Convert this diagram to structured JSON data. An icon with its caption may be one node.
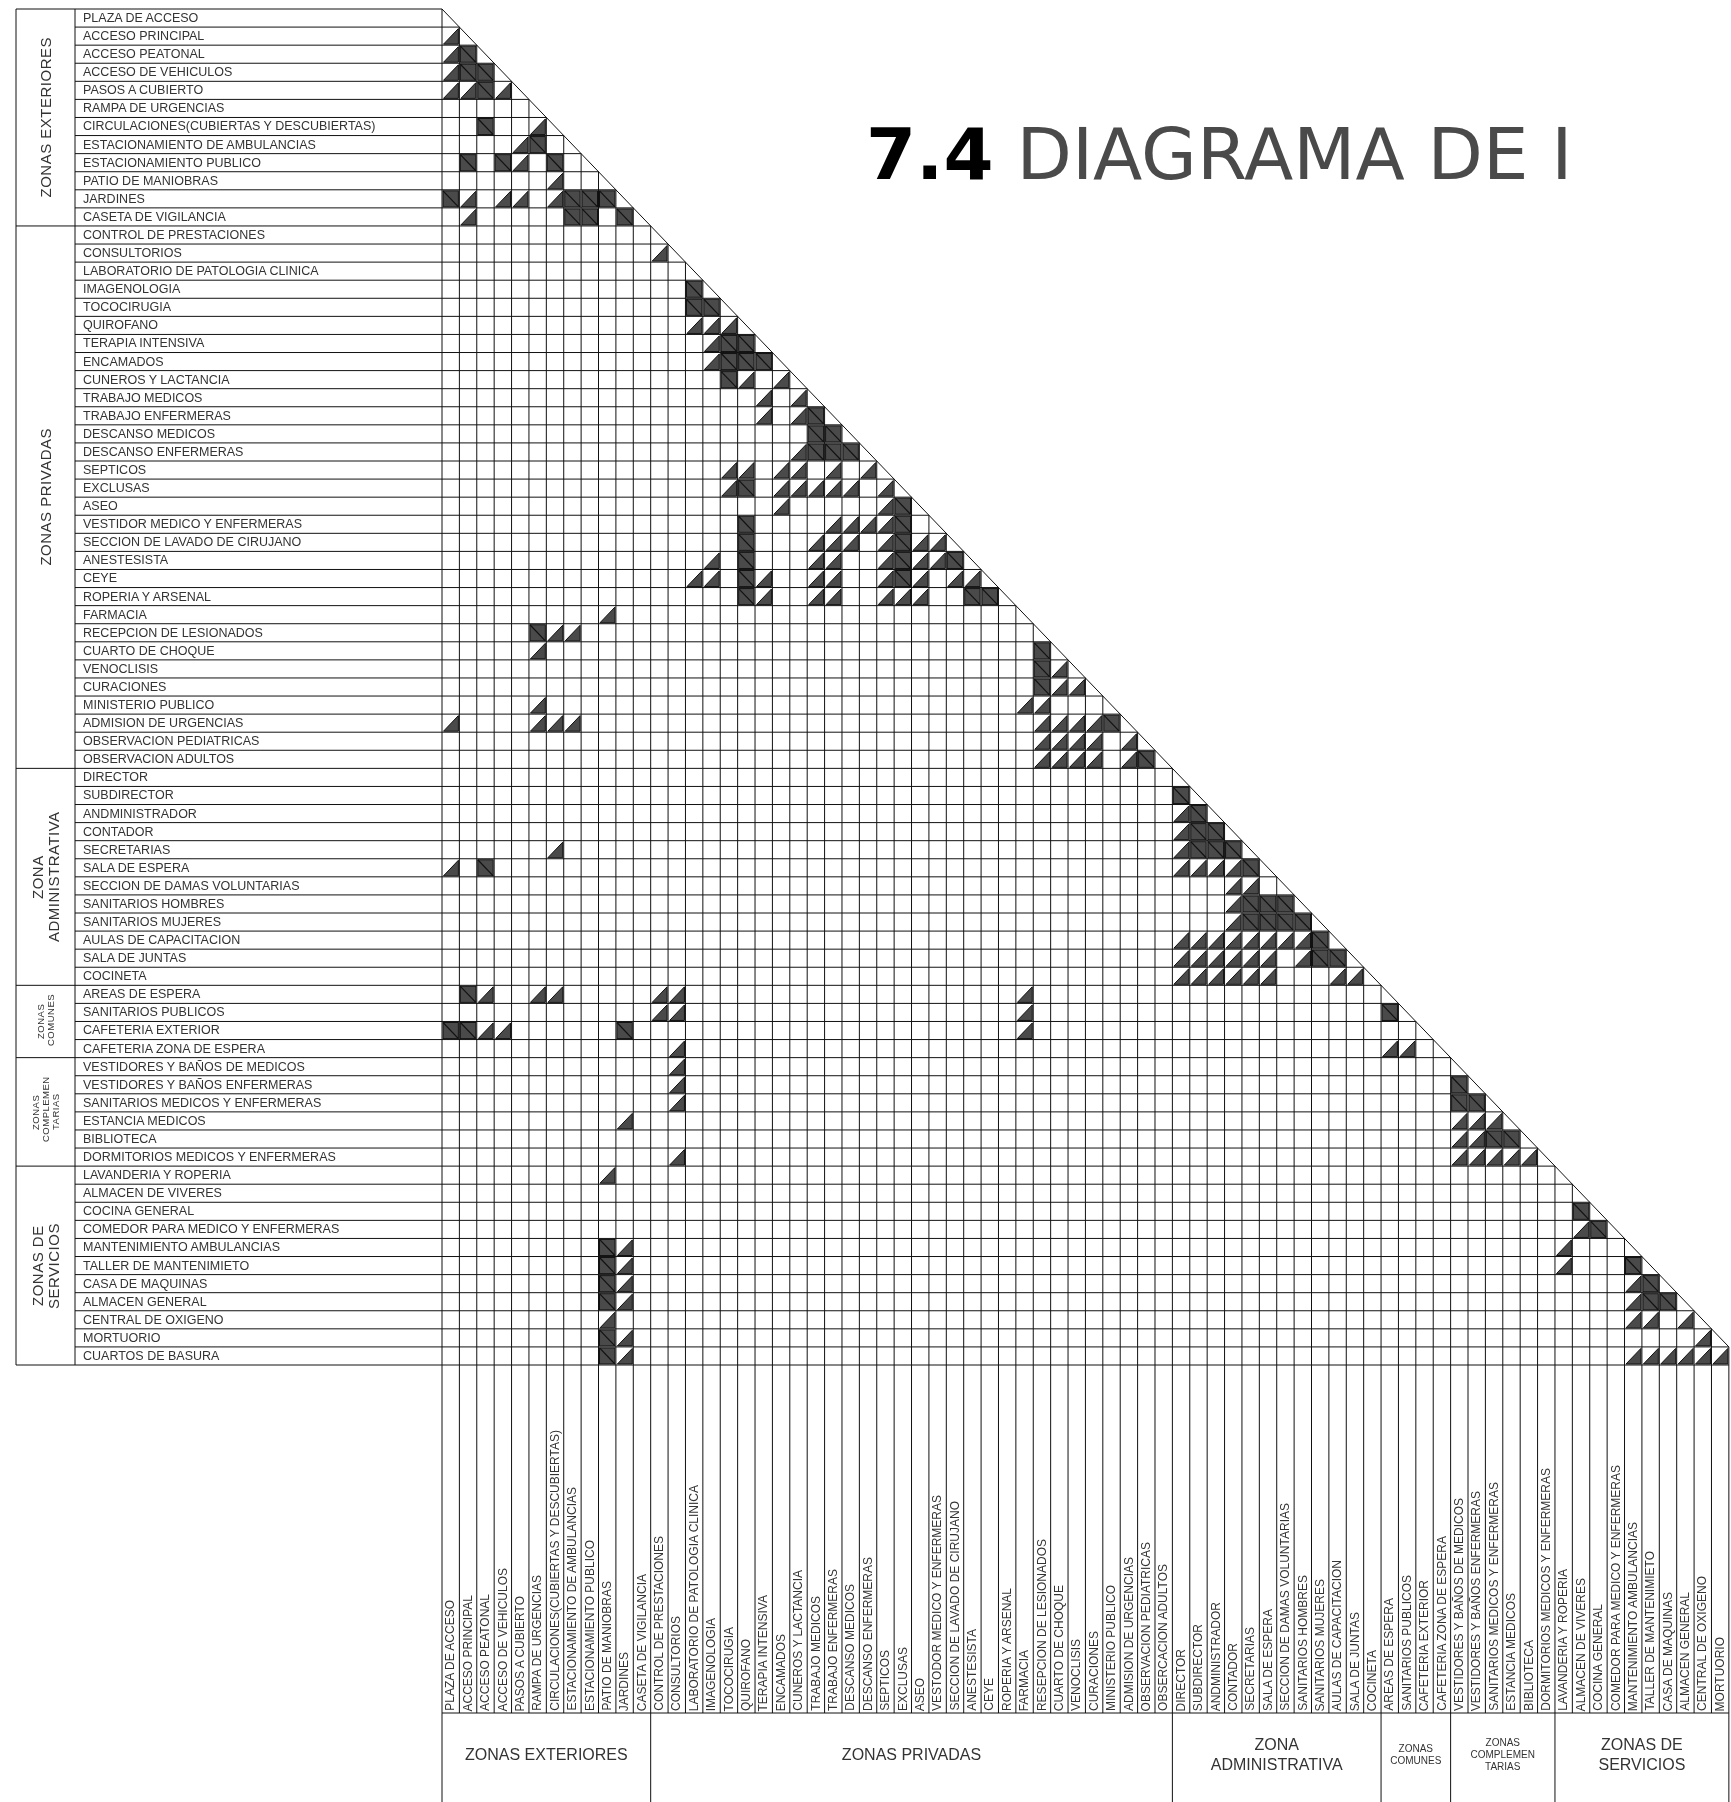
{
  "diagram": {
    "title": "**7.4** DIAGRAMA DE I",
    "labels": [
      "ZONAS EXTERIORES",
      "PLAZA DE ACCESO",
      "ACCESO PRINCIPAL",
      "ACCESO PEATONAL",
      "ACCESO DE VEHICULOS",
      "PASOS A CUBIERTO",
      "RAMPA DE URGENCIAS",
      "CIRCULACIONES(CUBIERTAS Y DESCUBIERTAS)",
      "ESTACIONAMIENTO DE AMBULANCIAS",
      "ESTACIONAMIENTO PUBLICO",
      "PATIO DE MANIOBRAS",
      "JARDINES",
      "CASETA DE VIGILANCIA",
      "ZONAS PRIVADAS",
      "CONTROL DE PRESTACIONES",
      "CONSULTORIOS",
      "LABORATORIO DE PATOLOGIA CLINICA",
      "IMAGENOLOGIA",
      "TOCOCIRUGIA",
      "QUIROFANO",
      "TERAPIA INTENSIVA",
      "ENCAMADOS",
      "CUNEROS Y LACTANCIA",
      "TRABAJO MEDICOS",
      "TRABAJO ENFERMERAS",
      "DESCANSO MEDICOS",
      "DESCANSO ENFERMERAS",
      "SEPTICOS",
      "EXCLUSAS",
      "ASEO",
      "VESTIDOR MEDICO Y ENFERMERAS",
      "SECCION DE LAVADO DE CIRUJANO",
      "ANESTESISTA",
      "CEYE",
      "ROPERIA Y ARSENAL",
      "FARMACIA",
      "RECEPCION DE LESIONADOS",
      "CUARTO DE CHOQUE",
      "VENOCLISIS",
      "CURACIONES",
      "MINISTERIO PUBLICO",
      "ADMISION DE URGENCIAS",
      "OBSERVACION PEDIATRICAS",
      "OBSERVACION ADULTOS",
      "ZONA ADMINISTRATIVA",
      "DIRECTOR",
      "SUBDIRECTOR",
      "ANDMINISTRADOR",
      "CONTADOR",
      "SECRETARIAS",
      "SALA DE ESPERA",
      "SECCION DE DAMAS VOLUNTARIAS",
      "SANITARIOS HOMBRES",
      "SANITARIOS MUJERES",
      "AULAS DE CAPACITACION",
      "SALA DE JUNTAS",
      "COCINETA",
      "ZONAS COMUNES",
      "AREAS DE ESPERA",
      "SANITARIOS PUBLICOS",
      "CAFETERIA EXTERIOR",
      "CAFETERIA ZONA DE ESPERA",
      "ZONAS COMPLEMEN TARIAS",
      "VESTIDORES Y BAÑOS DE MEDICOS",
      "VESTIDORES Y BAÑOS ENFERMERAS",
      "SANITARIOS MEDICOS Y ENFERMERAS",
      "ESTANCIA MEDICOS",
      "BIBLIOTECA",
      "DORMITORIOS MEDICOS Y ENFERMERAS",
      "ZONAS DE SERVICIOS",
      "LAVANDERIA Y ROPERIA",
      "ALMACEN DE VIVERES",
      "COCINA GENERAL",
      "COMEDOR PARA MEDICO Y ENFERMERAS",
      "MANTENIMIENTO AMBULANCIAS",
      "TALLER DE MANTENIMIETO",
      "CASA DE MAQUINAS",
      "ALMACEN GENERAL",
      "CENTRAL DE OXIGENO",
      "MORTUORIO",
      "CUARTOS DE BASURA",
      "PLAZA DE ACCESO",
      "ACCESO PRINCIPAL",
      "ACCESO PEATONAL",
      "ACCESO DE VEHICULOS",
      "PASOS A CUBIERTO",
      "RAMPA DE URGENCIAS",
      "CIRCULACIONES(CUBIERTAS Y DESCUBIERTAS)",
      "ESTACIONAMIENTO DE AMBULANCIAS",
      "ESTACIONAMIENTO PUBLICO",
      "PATIO DE MANIOBRAS",
      "JARDINES",
      "CASETA DE VIGILANCIA",
      "CONTROL DE PRESTACIONES",
      "CONSULTORIOS",
      "LABORATORIO DE PATOLOGIA CLINICA",
      "IMAGENOLOGIA",
      "TOCOCIRUGIA",
      "QUIROFANO",
      "TERAPIA INTENSIVA",
      "ENCAMADOS",
      "CUNEROS Y LACTANCIA",
      "TRABAJO MEDICOS",
      "TRABAJO ENFERMERAS",
      "DESCANSO MEDICOS",
      "DESCANSO ENFERMERAS",
      "SEPTICOS",
      "EXCLUSAS",
      "ASEO",
      "VESTODOR MEDICO Y ENFERMERAS",
      "SECCION DE LAVADO DE CIRUJANO",
      "ANESTESISTA",
      "CEYE",
      "ROPERIA Y ARSENAL",
      "FARMACIA",
      "RESEPCION DE LESIONADOS",
      "CUARTO DE CHOQUE",
      "VENOCLISIS",
      "CURACIONES",
      "MINISTERIO PUBLICO",
      "ADMISION DE URGENCIAS",
      "OBSERVACION PEDIATRICAS",
      "OBSERCACION ADULTOS",
      "DIRECTOR",
      "SUBDIRECTOR",
      "ANDMINISTRADOR",
      "CONTADOR",
      "SECRETARIAS",
      "SALA DE ESPERA",
      "SECCION DE DAMAS VOLUNTARIAS",
      "SANITARIOS HOMBRES",
      "SANITARIOS MUJERES",
      "AULAS DE CAPACITACION",
      "SALA DE JUNTAS",
      "COCINETA",
      "AREAS DE ESPERA",
      "SANITARIOS PUBLICOS",
      "CAFETERIA EXTERIOR",
      "CAFETERIA ZONA DE ESPERA",
      "VESTIDORES Y BAÑOS DE MEDICOS",
      "VESTIDORES Y BAÑOS ENFERMERAS",
      "SANITARIOS MEDICOS Y ENFERMERAS",
      "ESTANCIA MEDICOS",
      "BIBLIOTECA",
      "DORMITORIOS MEDICOS Y ENFERMERAS",
      "LAVANDERIA Y ROPERIA",
      "ALMACEN DE VIVERES",
      "COCINA GENERAL",
      "COMEDOR PARA MEDICO Y ENFERMERAS",
      "MANTENIMIENTO AMBULANCIAS",
      "TALLER DE MANTENIMIETO",
      "CASA DE MAQUINAS",
      "ALMACEN GENERAL",
      "CENTRAL DE OXIGENO",
      "MORTUORIO",
      "ZONAS EXTERIORES",
      "ZONAS PRIVADAS",
      "ZONA ADMINISTRATIVA",
      "ZONAS COMUNES",
      "ZONAS COMPLEMEN TARIAS",
      "ZONAS DE SERVICIOS"
    ]
  }
}
